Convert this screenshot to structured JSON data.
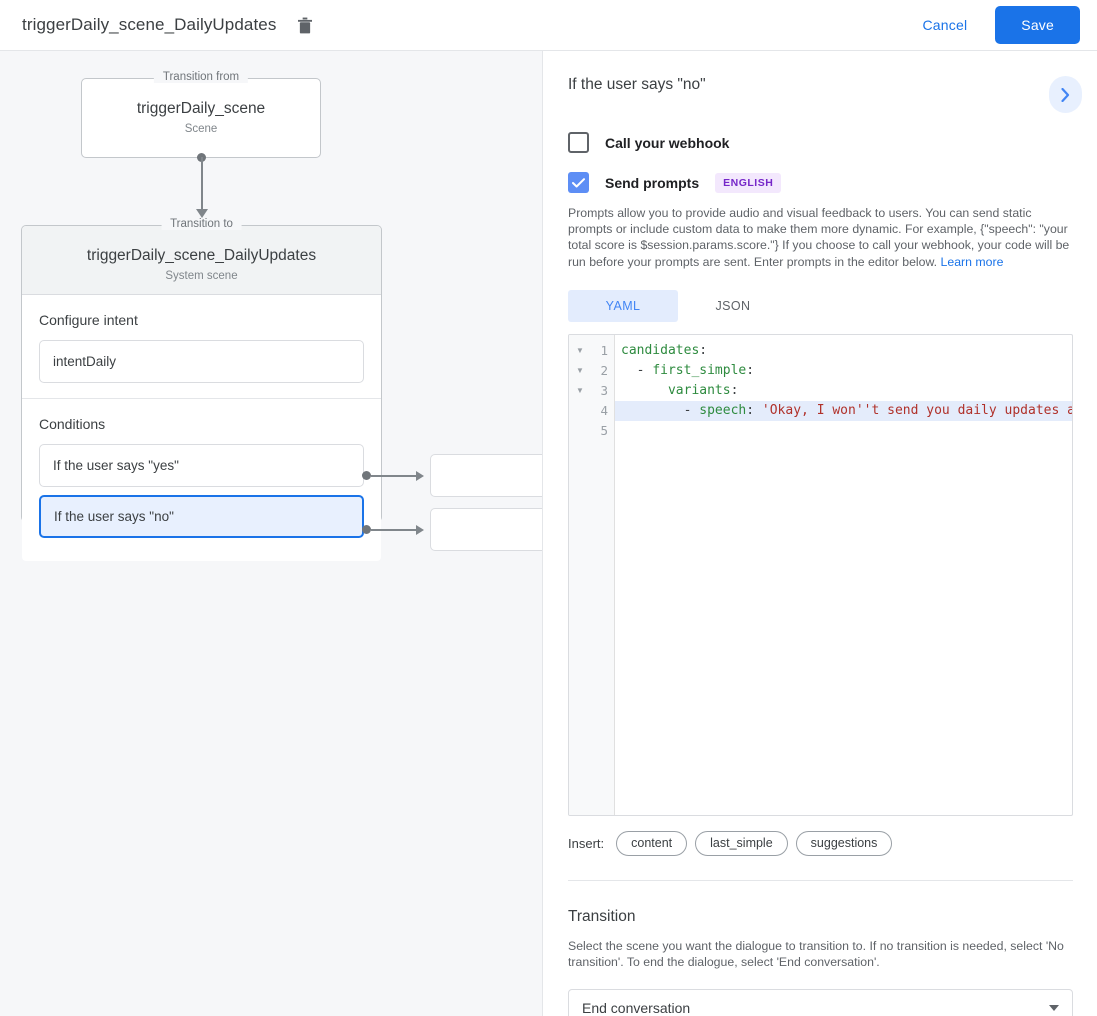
{
  "topbar": {
    "title": "triggerDaily_scene_DailyUpdates",
    "delete_icon": "trash-icon",
    "cancel_label": "Cancel",
    "save_label": "Save",
    "accent_color": "#1a73e8"
  },
  "canvas": {
    "from": {
      "legend": "Transition from",
      "name": "triggerDaily_scene",
      "type": "Scene"
    },
    "to": {
      "legend": "Transition to",
      "name": "triggerDaily_scene_DailyUpdates",
      "type": "System scene"
    },
    "intent": {
      "label": "Configure intent",
      "value": "intentDaily"
    },
    "conditions": {
      "label": "Conditions",
      "items": [
        {
          "text": "If the user says \"yes\"",
          "selected": false
        },
        {
          "text": "If the user says \"no\"",
          "selected": true
        }
      ]
    }
  },
  "panel": {
    "title": "If the user says \"no\"",
    "collapse_icon": "chevron-right-icon",
    "webhook": {
      "label": "Call your webhook",
      "checked": false
    },
    "prompts": {
      "label": "Send prompts",
      "checked": true,
      "badge": "ENGLISH",
      "badge_color": "#7627c9",
      "description": "Prompts allow you to provide audio and visual feedback to users. You can send static prompts or include custom data to make them more dynamic. For example, {\"speech\": \"your total score is $session.params.score.\"} If you choose to call your webhook, your code will be run before your prompts are sent. Enter prompts in the editor below.",
      "learn_more": "Learn more"
    },
    "tabs": [
      {
        "label": "YAML",
        "active": true
      },
      {
        "label": "JSON",
        "active": false
      }
    ],
    "editor": {
      "lines": [
        {
          "number": "1",
          "fold": true,
          "highlighted": false,
          "tokens": [
            {
              "t": "candidates",
              "c": "k"
            },
            {
              "t": ":",
              "c": "p"
            }
          ]
        },
        {
          "number": "2",
          "fold": true,
          "highlighted": false,
          "tokens": [
            {
              "t": "  - ",
              "c": "p"
            },
            {
              "t": "first_simple",
              "c": "k"
            },
            {
              "t": ":",
              "c": "p"
            }
          ]
        },
        {
          "number": "3",
          "fold": true,
          "highlighted": false,
          "tokens": [
            {
              "t": "      ",
              "c": "p"
            },
            {
              "t": "variants",
              "c": "k"
            },
            {
              "t": ":",
              "c": "p"
            }
          ]
        },
        {
          "number": "4",
          "fold": false,
          "highlighted": true,
          "tokens": [
            {
              "t": "        - ",
              "c": "p"
            },
            {
              "t": "speech",
              "c": "k"
            },
            {
              "t": ": ",
              "c": "p"
            },
            {
              "t": "'Okay, I won''t send you daily updates anymore.'",
              "c": "s"
            }
          ]
        },
        {
          "number": "5",
          "fold": false,
          "highlighted": false,
          "tokens": [
            {
              "t": "",
              "c": "p"
            }
          ]
        }
      ]
    },
    "insert": {
      "label": "Insert:",
      "chips": [
        "content",
        "last_simple",
        "suggestions"
      ]
    },
    "transition": {
      "title": "Transition",
      "description": "Select the scene you want the dialogue to transition to. If no transition is needed, select 'No transition'. To end the dialogue, select 'End conversation'.",
      "selected": "End conversation"
    }
  }
}
